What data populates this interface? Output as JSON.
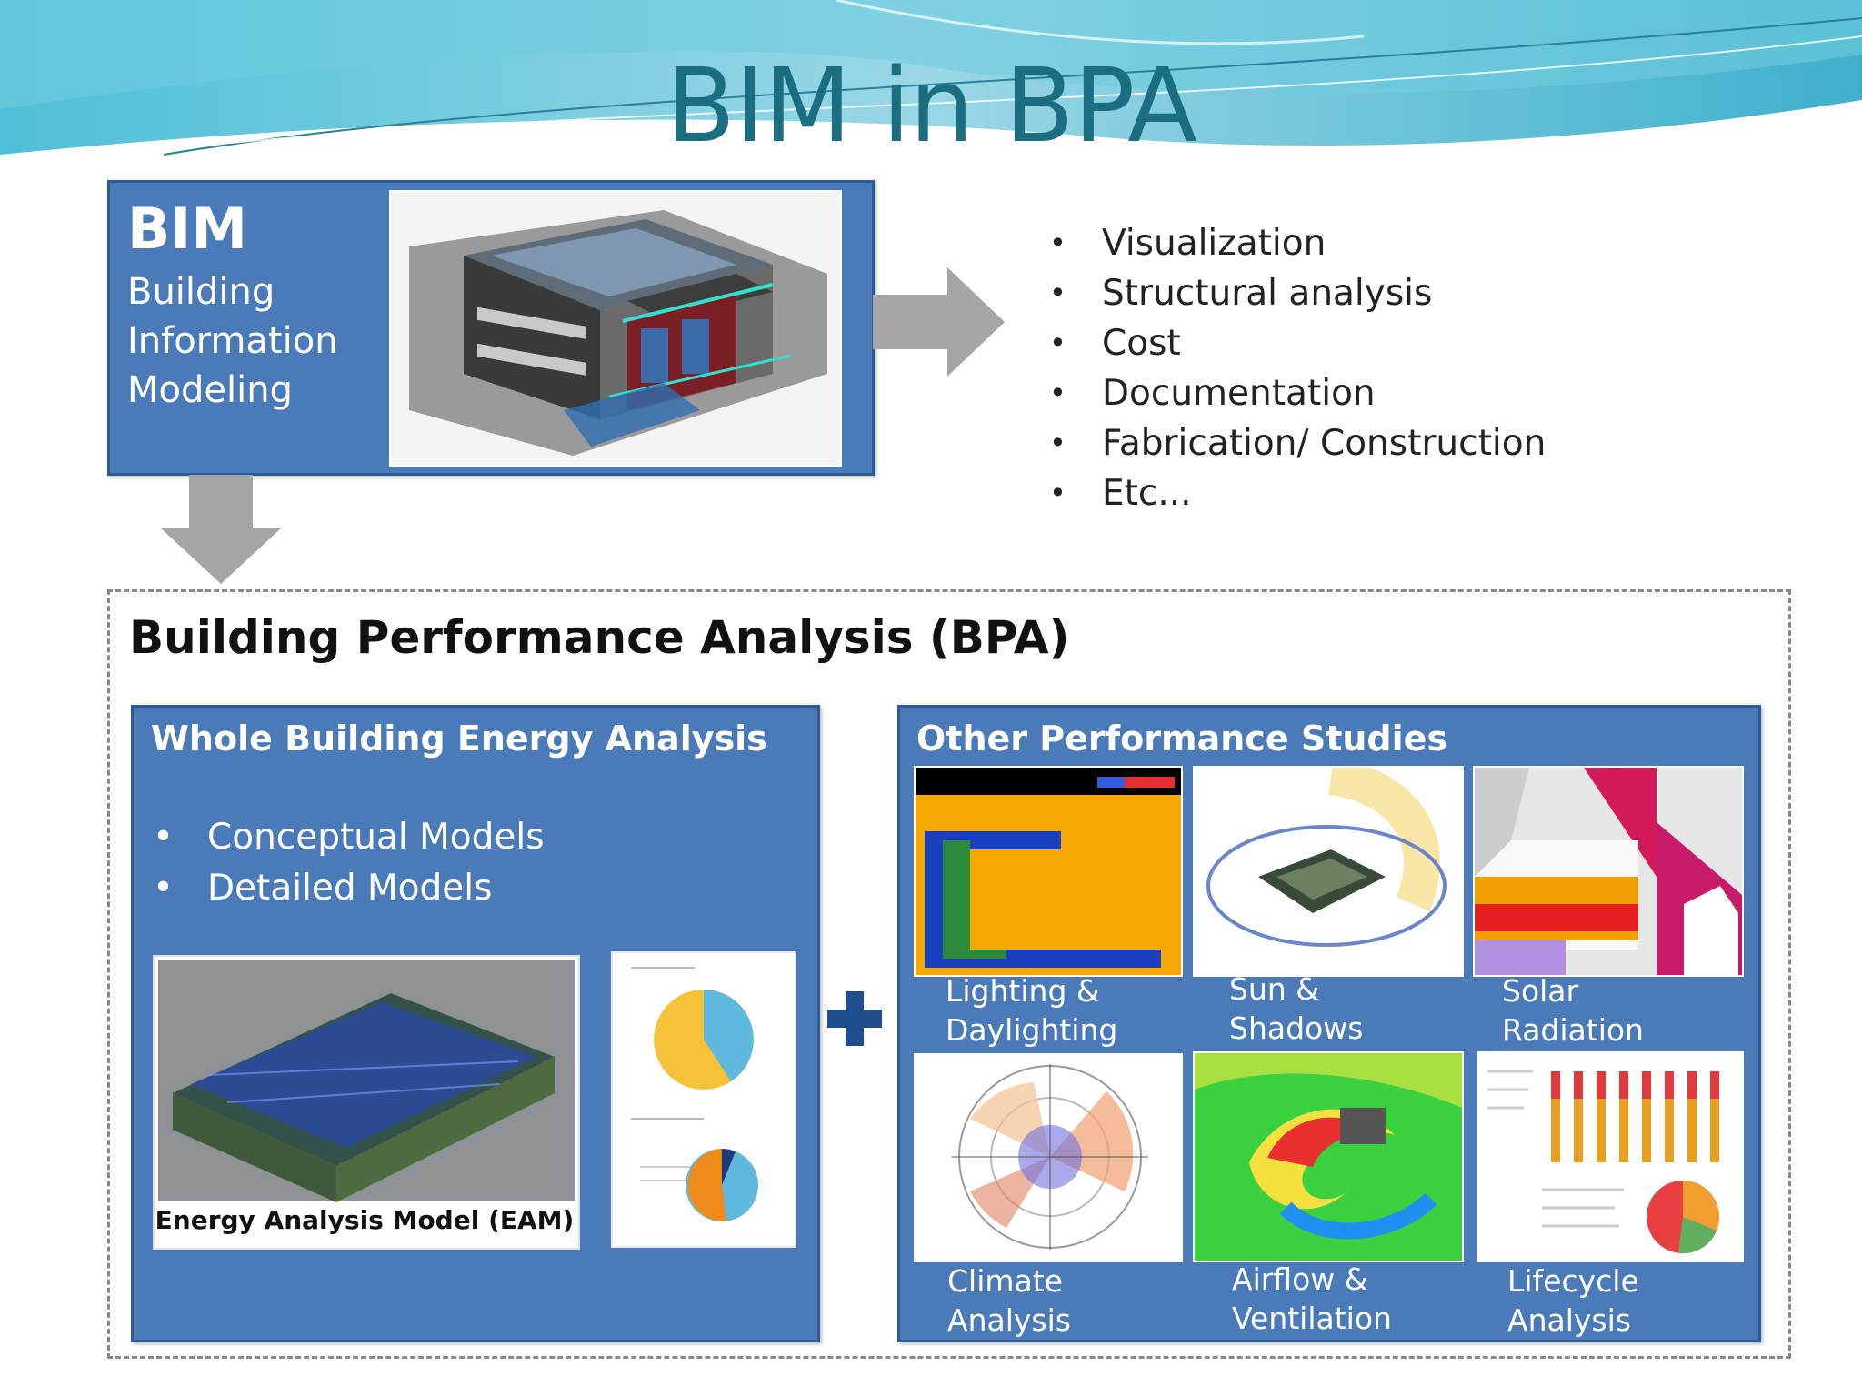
{
  "slide": {
    "title": "BIM in BPA"
  },
  "bim": {
    "abbreviation": "BIM",
    "words": [
      "Building",
      "Information",
      "Modeling"
    ]
  },
  "uses": [
    "Visualization",
    "Structural analysis",
    "Cost",
    "Documentation",
    "Fabrication/ Construction",
    "Etc..."
  ],
  "bpa": {
    "title": "Building Performance Analysis (BPA)",
    "wbea": {
      "title": "Whole Building Energy Analysis",
      "items": [
        "Conceptual Models",
        "Detailed Models"
      ],
      "eam_label": "Energy Analysis Model (EAM)"
    },
    "ops": {
      "title": "Other Performance Studies",
      "studies": [
        {
          "line1": "Lighting &",
          "line2": "Daylighting"
        },
        {
          "line1": "Sun &",
          "line2": "Shadows"
        },
        {
          "line1": "Solar",
          "line2": "Radiation"
        },
        {
          "line1": "Climate",
          "line2": "Analysis"
        },
        {
          "line1": "Airflow &",
          "line2": "Ventilation"
        },
        {
          "line1": "Lifecycle",
          "line2": "Analysis"
        }
      ]
    }
  },
  "colors": {
    "box_blue": "#4a7ab8",
    "title_teal": "#1a6e80",
    "arrow_gray": "#a6a6a6",
    "plus_blue": "#1f4e8c"
  }
}
